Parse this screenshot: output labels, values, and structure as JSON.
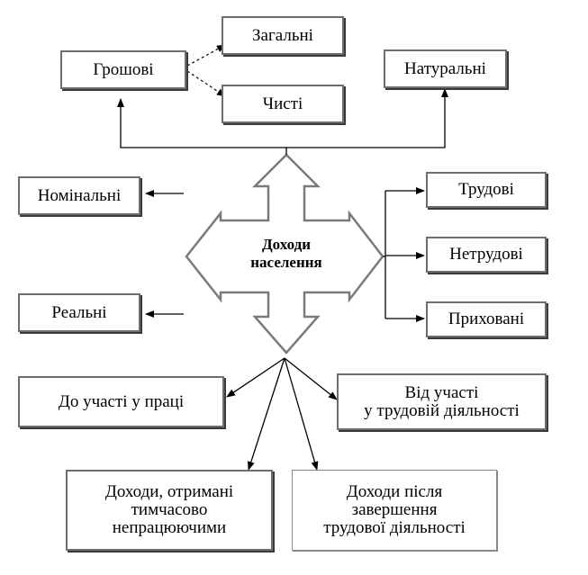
{
  "center": {
    "label": "Доходи\nнаселення"
  },
  "top": {
    "monetary": "Грошові",
    "gross": "Загальні",
    "net": "Чисті",
    "in_kind": "Натуральні"
  },
  "left": {
    "nominal": "Номінальні",
    "real": "Реальні"
  },
  "right": {
    "labor": "Трудові",
    "non_labor": "Нетрудові",
    "hidden": "Приховані"
  },
  "bottom": {
    "before_work": "До участі у праці",
    "from_work": "Від участі\nу трудовій діяльності",
    "temporarily_unemployed": "Доходи, отримані\nтимчасово\nнепрацюючими",
    "after_work": "Доходи після\nзавершення\nтрудової діяльності"
  }
}
